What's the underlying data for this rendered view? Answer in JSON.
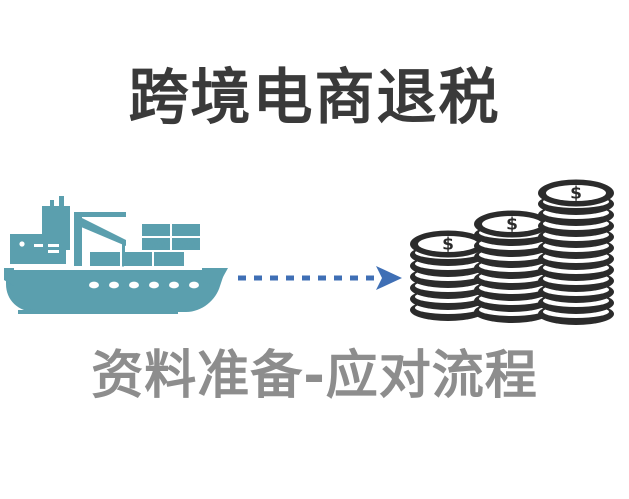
{
  "poster": {
    "background_color": "#ffffff",
    "title": "跨境电商退税",
    "title_color": "#3a3a3a",
    "subtitle": "资料准备-应对流程",
    "subtitle_color": "#8d8d8d"
  },
  "illustration": {
    "ship": {
      "name": "cargo-ship",
      "color": "#5b9fae",
      "accent_color": "#6aa9b6",
      "containers": 6,
      "portholes": 6,
      "has_crane": true,
      "has_funnel": true
    },
    "arrow": {
      "name": "dashed-arrow-right",
      "color": "#3f6fb5",
      "style": "dashed",
      "direction": "right",
      "dash_count": 14
    },
    "coins": {
      "name": "money-coin-stacks",
      "color": "#2b2b2b",
      "symbol": "$",
      "stacks": [
        {
          "label": "stack-small",
          "coins": 7,
          "symbol": "$"
        },
        {
          "label": "stack-medium",
          "coins": 9,
          "symbol": "$"
        },
        {
          "label": "stack-large",
          "coins": 12,
          "symbol": "$"
        }
      ]
    }
  }
}
